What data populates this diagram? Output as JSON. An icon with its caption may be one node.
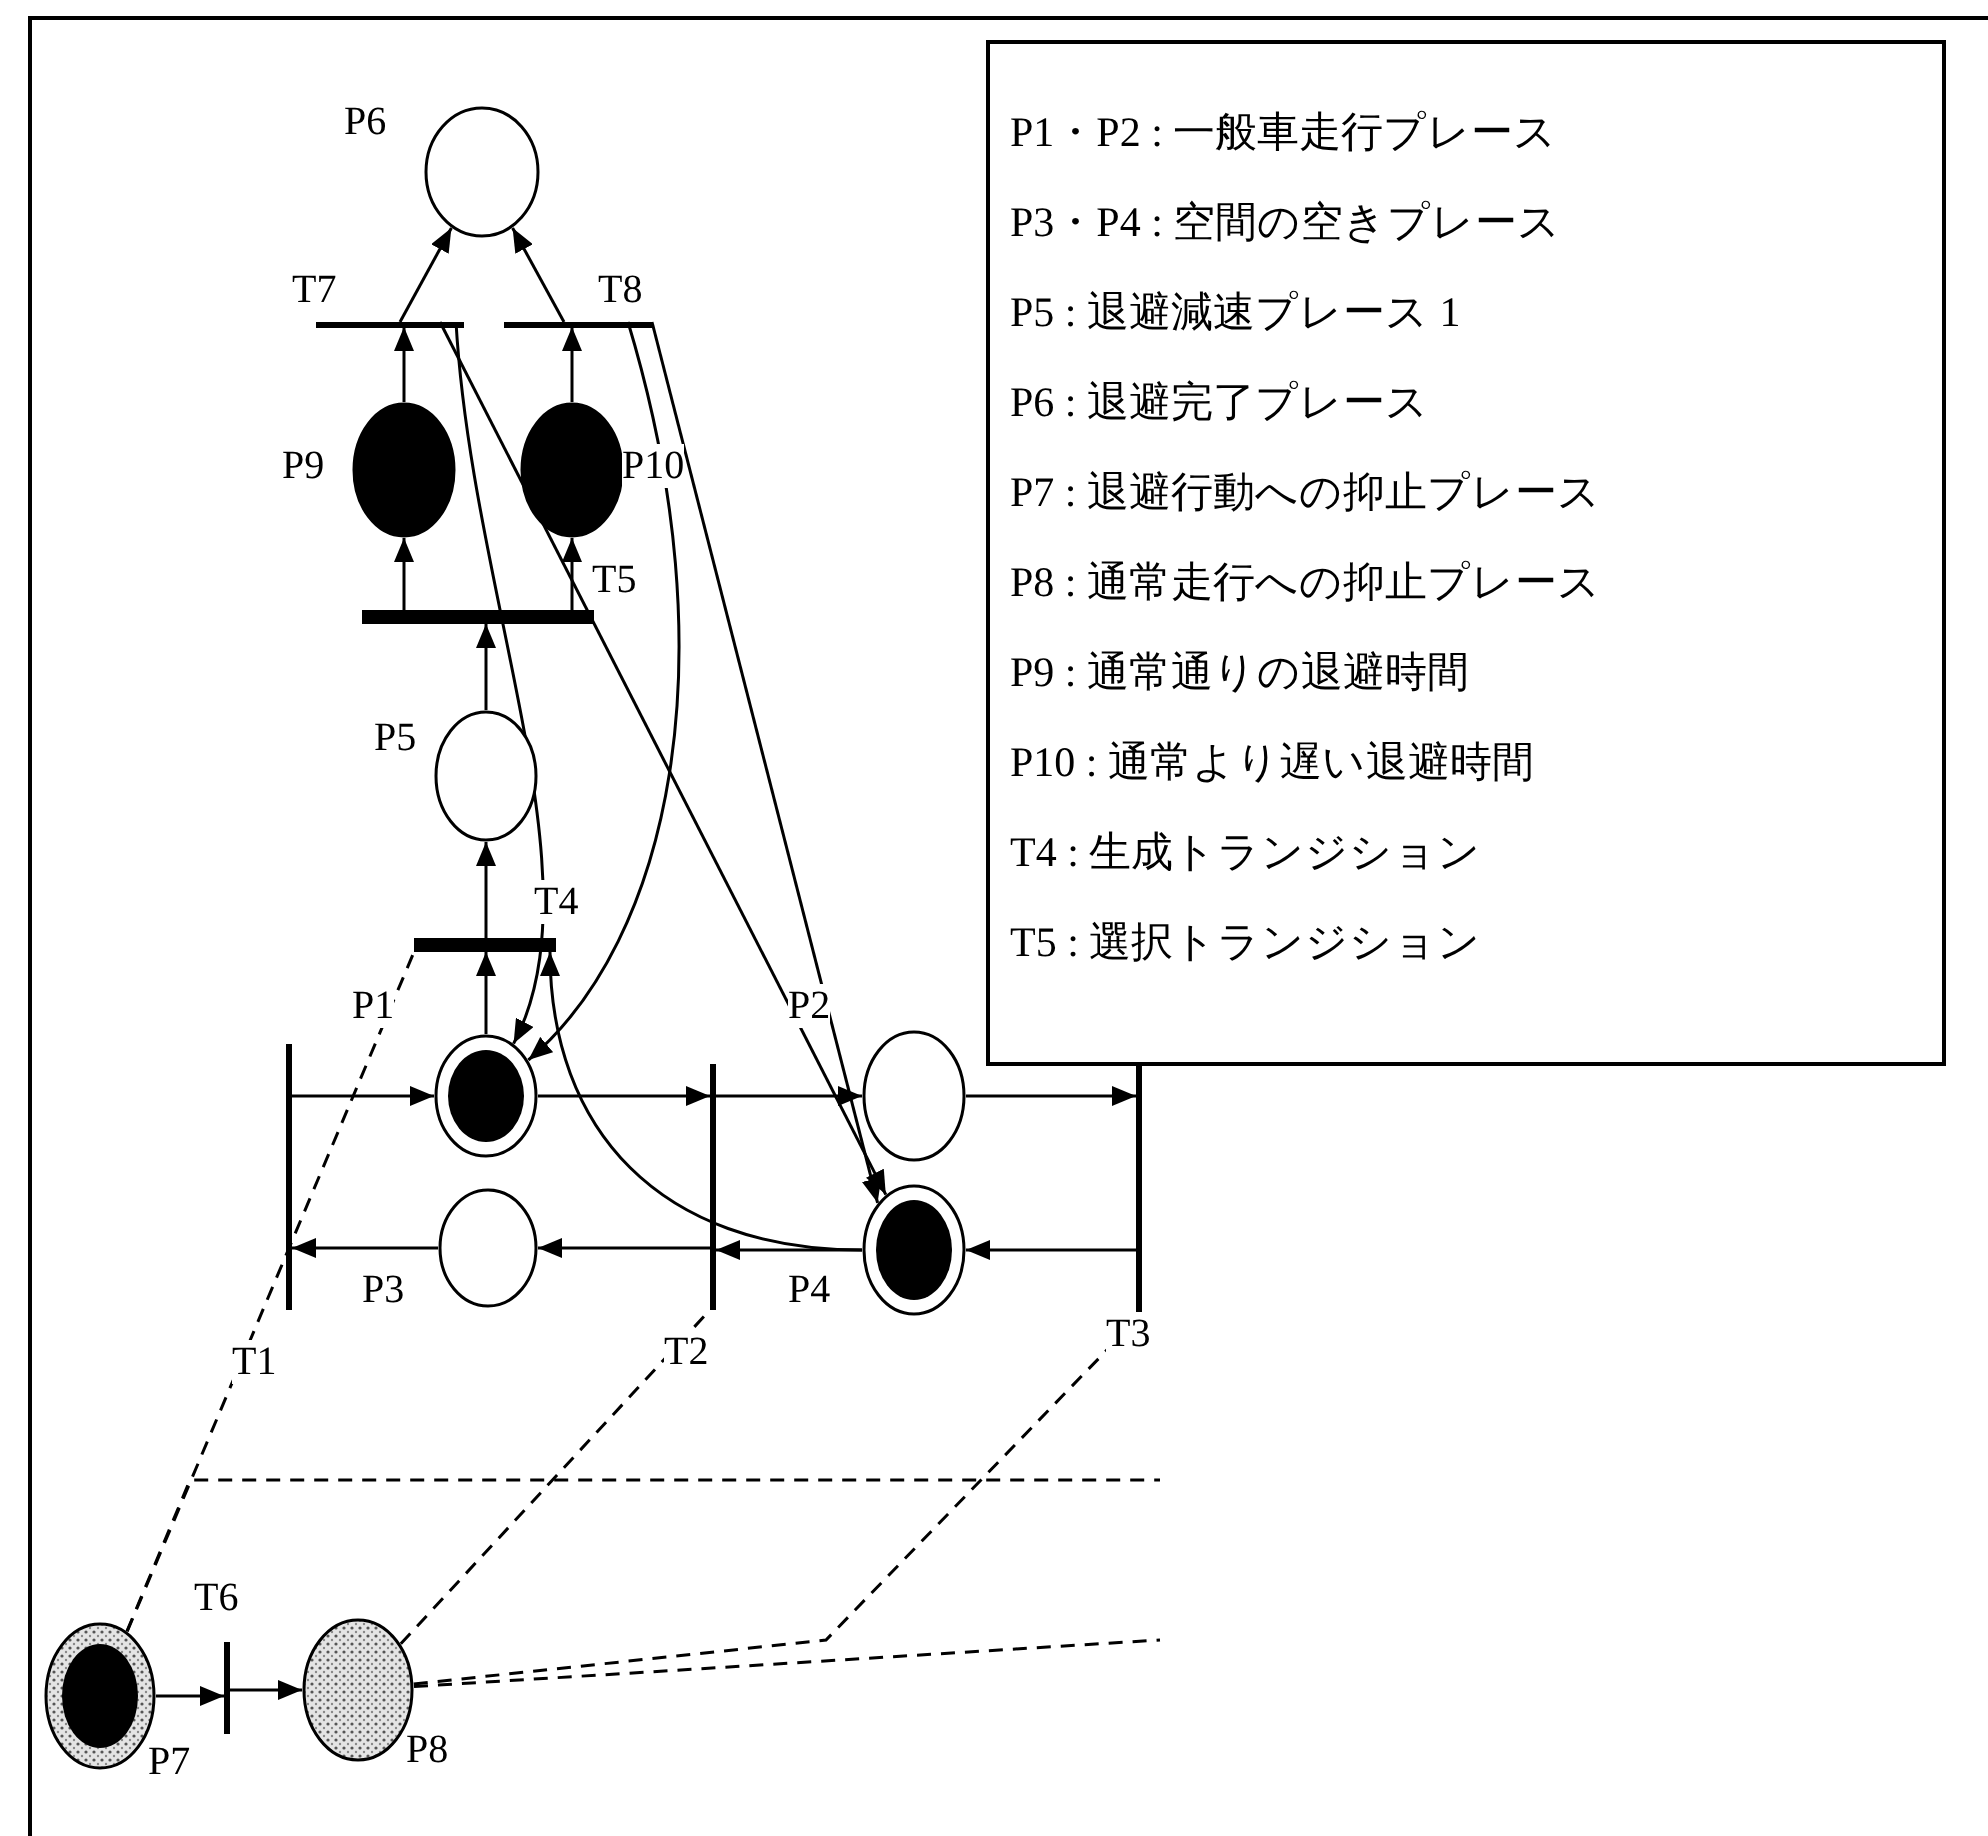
{
  "diagram": {
    "nodes": [
      {
        "text": [],
        "shape": "circle",
        "beside": [
          "P6"
        ]
      },
      {
        "text": [],
        "shape": "bar",
        "beside": [
          "T7"
        ]
      },
      {
        "text": [],
        "shape": "bar",
        "beside": [
          "T8"
        ]
      },
      {
        "text": [],
        "shape": "circle",
        "beside": [
          "P9"
        ]
      },
      {
        "text": [],
        "shape": "circle",
        "beside": [
          "P10"
        ]
      },
      {
        "text": [],
        "shape": "bar",
        "beside": [
          "T5"
        ]
      },
      {
        "text": [],
        "shape": "circle",
        "beside": [
          "P5"
        ]
      },
      {
        "text": [],
        "shape": "bar",
        "beside": [
          "T4"
        ]
      },
      {
        "text": [],
        "shape": "circle",
        "beside": [
          "P1"
        ]
      },
      {
        "text": [],
        "shape": "circle",
        "beside": [
          "P2"
        ]
      },
      {
        "text": [],
        "shape": "bar",
        "beside": [
          "T1"
        ]
      },
      {
        "text": [],
        "shape": "bar",
        "beside": [
          "T2"
        ]
      },
      {
        "text": [],
        "shape": "bar",
        "beside": [
          "T3"
        ]
      },
      {
        "text": [],
        "shape": "circle",
        "beside": [
          "P3"
        ]
      },
      {
        "text": [],
        "shape": "circle",
        "beside": [
          "P4"
        ]
      },
      {
        "text": [],
        "shape": "bar",
        "beside": [
          "T6"
        ]
      },
      {
        "text": [],
        "shape": "circle",
        "beside": [
          "P7"
        ]
      },
      {
        "text": [],
        "shape": "circle",
        "beside": [
          "P8"
        ]
      },
      {
        "text": [
          "P1・P2 : 一般車走行プレース",
          "P3・P4 : 空間の空きプレース",
          "P5 : 退避減速プレース 1",
          "P6 : 退避完了プレース",
          "P7 : 退避行動への抑止プレース",
          "P8 : 通常走行への抑止プレース",
          "P9 : 通常通りの退避時間",
          "P10 : 通常より遅い退避時間",
          "T4 : 生成トランジション",
          "T5 : 選択トランジション"
        ]
      }
    ],
    "edges": [
      {
        "from": 1,
        "to": 0,
        "arrow": "to"
      },
      {
        "from": 2,
        "to": 0,
        "arrow": "to"
      },
      {
        "from": 3,
        "to": 1,
        "arrow": "to"
      },
      {
        "from": 4,
        "to": 2,
        "arrow": "to"
      },
      {
        "from": 5,
        "to": 3,
        "arrow": "to"
      },
      {
        "from": 5,
        "to": 4,
        "arrow": "to"
      },
      {
        "from": 6,
        "to": 5,
        "arrow": "to"
      },
      {
        "from": 7,
        "to": 6,
        "arrow": "to"
      },
      {
        "from": 8,
        "to": 7,
        "arrow": "to"
      },
      {
        "from": 1,
        "to": 8,
        "arrow": "to"
      },
      {
        "from": 2,
        "to": 8,
        "arrow": "to"
      },
      {
        "from": 1,
        "to": 14,
        "arrow": "to"
      },
      {
        "from": 2,
        "to": 14,
        "arrow": "to"
      },
      {
        "from": 14,
        "to": 7,
        "arrow": "to"
      },
      {
        "from": 10,
        "to": 8,
        "arrow": "to"
      },
      {
        "from": 8,
        "to": 11,
        "arrow": "to"
      },
      {
        "from": 11,
        "to": 9,
        "arrow": "to"
      },
      {
        "from": 9,
        "to": 12,
        "arrow": "to"
      },
      {
        "from": 12,
        "to": 14,
        "arrow": "to"
      },
      {
        "from": 14,
        "to": 11,
        "arrow": "to"
      },
      {
        "from": 11,
        "to": 13,
        "arrow": "to"
      },
      {
        "from": 13,
        "to": 10,
        "arrow": "to"
      },
      {
        "from": 16,
        "to": 15,
        "arrow": "to"
      },
      {
        "from": 15,
        "to": 17,
        "arrow": "to"
      },
      {
        "from": 16,
        "to": 7,
        "arrow": "none",
        "style": "dashed"
      },
      {
        "from": 16,
        "to": null,
        "arrow": "none",
        "style": "dashed"
      },
      {
        "from": 17,
        "to": 11,
        "arrow": "none",
        "style": "dashed"
      },
      {
        "from": 17,
        "to": 12,
        "arrow": "none",
        "style": "dashed"
      },
      {
        "from": 17,
        "to": null,
        "arrow": "none",
        "style": "dashed"
      }
    ]
  }
}
